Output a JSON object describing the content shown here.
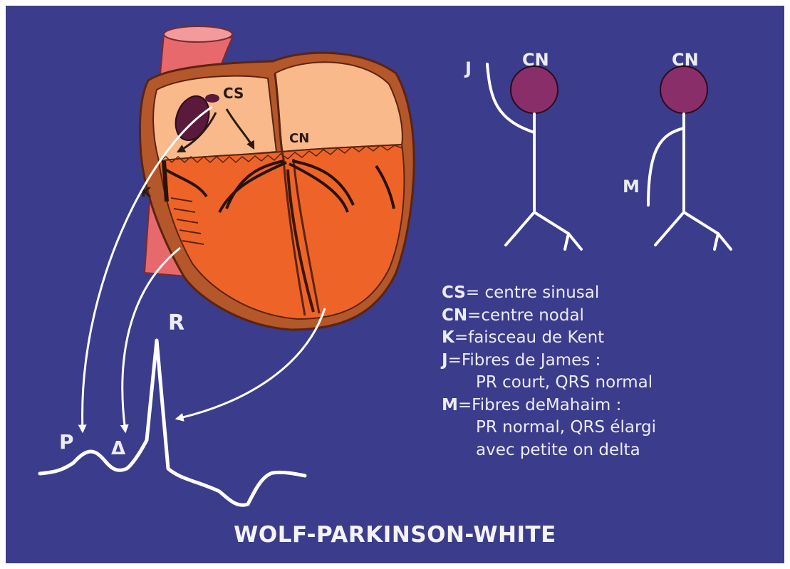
{
  "colors": {
    "background": "#3c3c8c",
    "aorta": "#e8696c",
    "heart_wall": "#b4572a",
    "atria": "#f9b98a",
    "ventricles": "#ee6428",
    "node": "#8a2e6a",
    "lines": "#ffffff"
  },
  "heart_labels": {
    "cs": "CS",
    "cn": "CN",
    "k": "K"
  },
  "ecg_labels": {
    "p": "P",
    "delta": "Δ",
    "r": "R"
  },
  "figures": {
    "left_node": "CN",
    "left_fibre": "J",
    "right_node": "CN",
    "right_fibre": "M"
  },
  "legend": [
    {
      "key": "CS",
      "text": "= centre sinusal"
    },
    {
      "key": "CN",
      "text": "=centre nodal"
    },
    {
      "key": "K",
      "text": "=faisceau de Kent"
    },
    {
      "key": "J",
      "text": "=Fibres de James :"
    },
    {
      "key": "",
      "text": "PR court, QRS normal"
    },
    {
      "key": "M",
      "text": "=Fibres deMahaim :"
    },
    {
      "key": "",
      "text": "PR normal, QRS élargi"
    },
    {
      "key": "",
      "text": "avec petite on delta"
    }
  ],
  "title": "WOLF-PARKINSON-WHITE"
}
